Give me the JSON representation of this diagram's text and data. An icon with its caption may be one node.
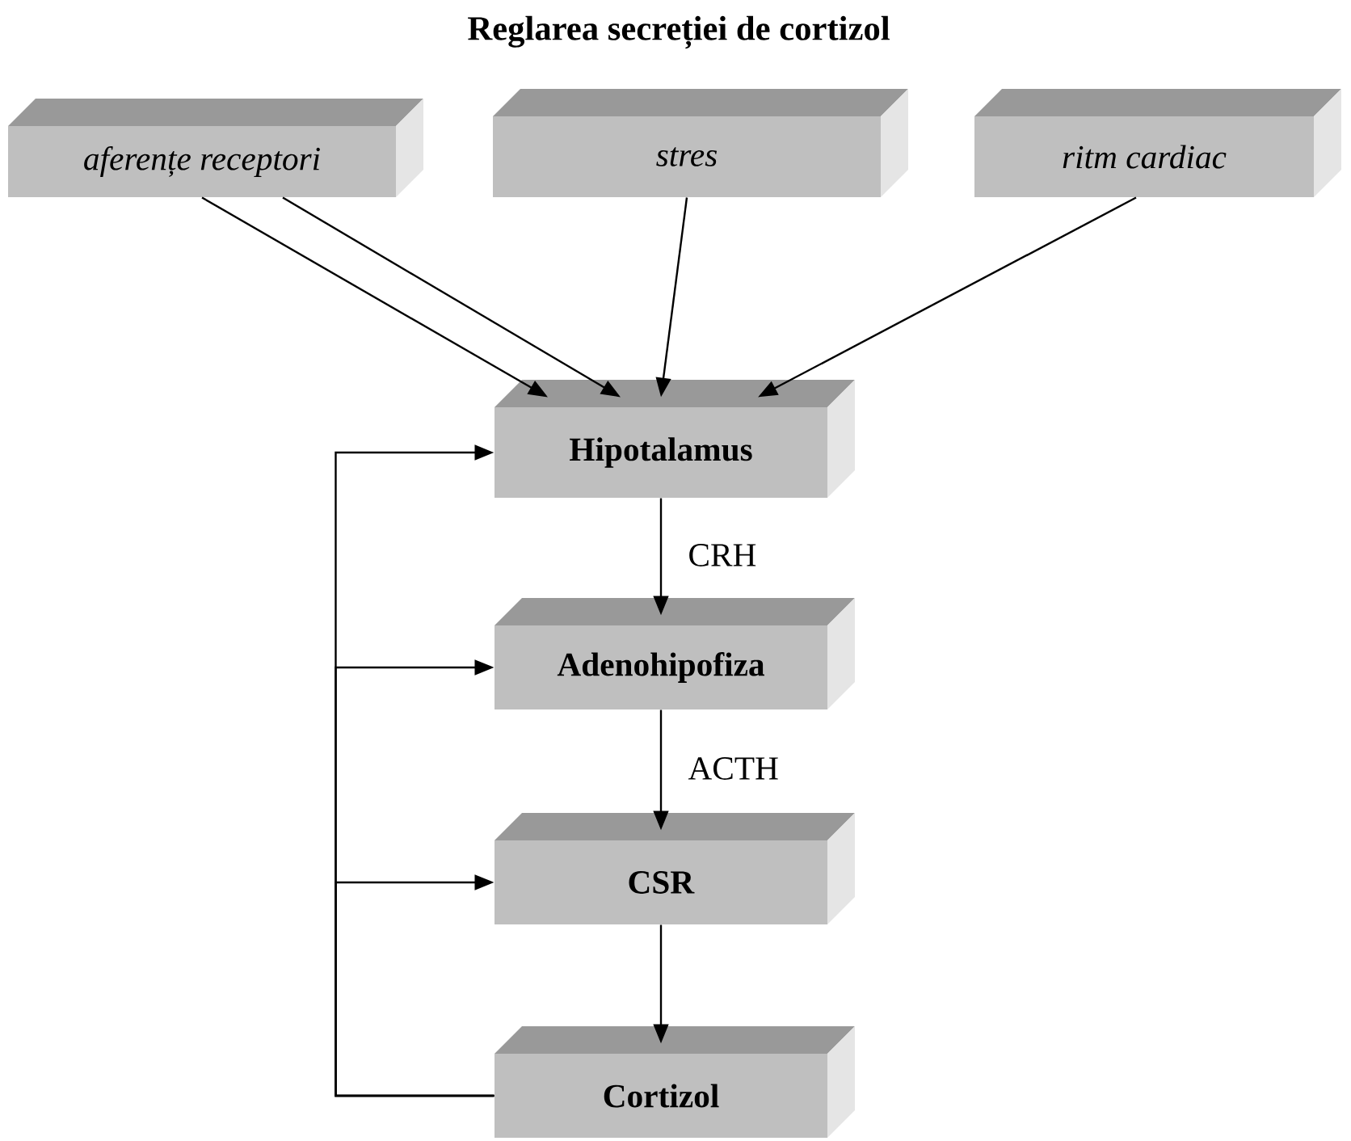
{
  "diagram": {
    "title": "Reglarea secreției de cortizol",
    "nodes": [
      {
        "text": [
          "*aferențe receptori*"
        ]
      },
      {
        "text": [
          "*stres*"
        ]
      },
      {
        "text": [
          "*ritm cardiac*"
        ]
      },
      {
        "text": [
          "**Hipotalamus**"
        ]
      },
      {
        "text": [
          "**Adenohipofiza**"
        ]
      },
      {
        "text": [
          "**CSR**"
        ]
      },
      {
        "text": [
          "**Cortizol**"
        ]
      }
    ],
    "edges": [
      {
        "from": 0,
        "to": 3,
        "arrow": "to"
      },
      {
        "from": 0,
        "to": 3,
        "arrow": "to"
      },
      {
        "from": 1,
        "to": 3,
        "arrow": "to"
      },
      {
        "from": 2,
        "to": 3,
        "arrow": "to"
      },
      {
        "from": 3,
        "to": 4,
        "arrow": "to",
        "label": "CRH"
      },
      {
        "from": 4,
        "to": 5,
        "arrow": "to",
        "label": "ACTH"
      },
      {
        "from": 5,
        "to": 6,
        "arrow": "to"
      },
      {
        "from": 6,
        "to": 3,
        "arrow": "to"
      },
      {
        "from": 6,
        "to": 4,
        "arrow": "to"
      },
      {
        "from": 6,
        "to": 5,
        "arrow": "to"
      }
    ]
  }
}
